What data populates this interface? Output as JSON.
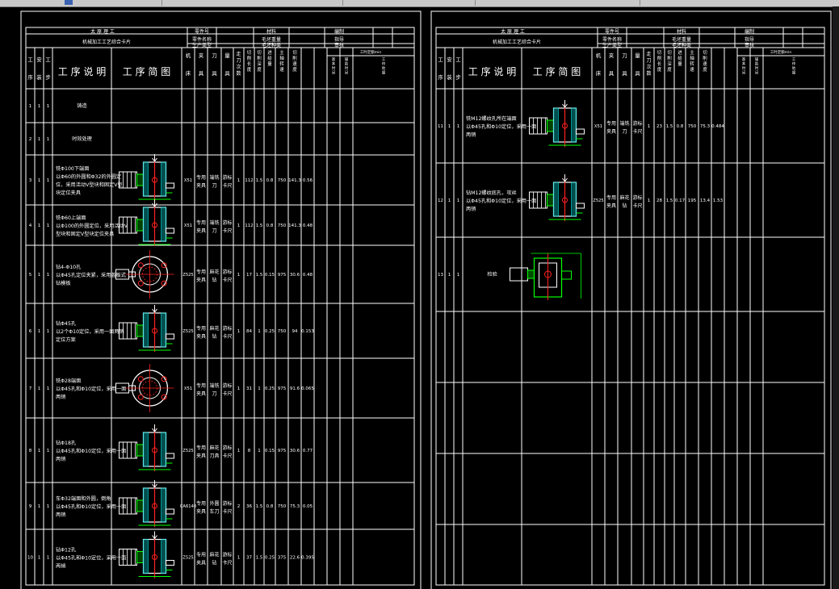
{
  "header": {
    "factory": "太 原 理 工",
    "card_name": "机械加工工艺综合卡片",
    "labels": [
      "零件号",
      "零件名称",
      "生产类型",
      "材料",
      "毛坯重量",
      "毛坯种类",
      "编制",
      "指导",
      "审核"
    ]
  },
  "columns": {
    "proc_no": "工序",
    "install": "安装",
    "step": "工步",
    "desc": "工 序 说 明",
    "sketch": "工 序 简 图",
    "machine": "机床",
    "fixture": "夹具",
    "tool": "刀具",
    "gauge": "量具",
    "passes": "走刀次数",
    "length": "切削长度mm",
    "depth": "切削深度mm",
    "feed": "进给量mm/r",
    "rpm": "主轴转速r/min",
    "speed": "切削速度m/min",
    "time": "工时定额min",
    "time_sub": [
      "基本时间",
      "辅助时间",
      "工作地服务时间"
    ]
  },
  "left_rows": [
    {
      "no": "1",
      "inst": "1",
      "step": "1",
      "desc": [
        "铸造"
      ],
      "machine": "",
      "fixture": "",
      "tool": "",
      "gauge": "",
      "passes": "",
      "length": "",
      "depth": "",
      "feed": "",
      "rpm": "",
      "speed": "",
      "time": "",
      "sketch": false
    },
    {
      "no": "2",
      "inst": "1",
      "step": "1",
      "desc": [
        "时效处理"
      ],
      "machine": "",
      "fixture": "",
      "tool": "",
      "gauge": "",
      "passes": "",
      "length": "",
      "depth": "",
      "feed": "",
      "rpm": "",
      "speed": "",
      "time": "",
      "sketch": false
    },
    {
      "no": "3",
      "inst": "1",
      "step": "1",
      "desc": [
        "铣Φ100下端面",
        "以Φ60的外圆和Φ32的外圆定",
        "位，采用活动V型块和固定V型",
        "块定位夹具"
      ],
      "machine": "X51",
      "fixture": "专用夹具",
      "tool": "端铣刀",
      "gauge": "游标卡尺",
      "passes": "1",
      "length": "112",
      "depth": "1.5",
      "feed": "0.8",
      "rpm": "750",
      "speed": "141.3",
      "time": "0.56",
      "sketch": "side"
    },
    {
      "no": "4",
      "inst": "1",
      "step": "1",
      "desc": [
        "铣Φ60上端面",
        "以Φ100的外圆定位，采用活动V",
        "型块和固定V型块定位夹具"
      ],
      "machine": "X51",
      "fixture": "专用夹具",
      "tool": "端铣刀",
      "gauge": "游标卡尺",
      "passes": "1",
      "length": "112",
      "depth": "1.5",
      "feed": "0.8",
      "rpm": "750",
      "speed": "141.3",
      "time": "0.48",
      "sketch": "side"
    },
    {
      "no": "5",
      "inst": "1",
      "step": "1",
      "desc": [
        "钻4-Φ10孔",
        "以Φ45孔定位夹紧，采用盖板式",
        "钻模板"
      ],
      "machine": "Z525",
      "fixture": "专用夹具",
      "tool": "麻花钻",
      "gauge": "游标卡尺",
      "passes": "1",
      "length": "17",
      "depth": "1.5",
      "feed": "0.15",
      "rpm": "975",
      "speed": "30.6",
      "time": "0.48",
      "sketch": "top"
    },
    {
      "no": "6",
      "inst": "1",
      "step": "1",
      "desc": [
        "钻Φ45孔",
        "以2个Φ10定位，采用一面两销",
        "定位方案"
      ],
      "machine": "Z525",
      "fixture": "专用夹具",
      "tool": "麻花钻",
      "gauge": "游标卡尺",
      "passes": "1",
      "length": "84",
      "depth": "1",
      "feed": "0.25",
      "rpm": "750",
      "speed": "94",
      "time": "0.153",
      "sketch": "side"
    },
    {
      "no": "7",
      "inst": "1",
      "step": "1",
      "desc": [
        "铣Φ28端面",
        "以Φ45孔和Φ10定位，采用一面",
        "两销"
      ],
      "machine": "X51",
      "fixture": "专用夹具",
      "tool": "端铣刀",
      "gauge": "游标卡尺",
      "passes": "1",
      "length": "31",
      "depth": "1",
      "feed": "0.25",
      "rpm": "975",
      "speed": "91.6",
      "time": "0.065",
      "sketch": "top"
    },
    {
      "no": "8",
      "inst": "1",
      "step": "1",
      "desc": [
        "钻Φ18孔",
        "以Φ45孔和Φ10定位，采用一面",
        "两销"
      ],
      "machine": "Z525",
      "fixture": "专用夹具",
      "tool": "麻花刀具",
      "gauge": "游标卡尺",
      "passes": "1",
      "length": "8",
      "depth": "1",
      "feed": "0.15",
      "rpm": "975",
      "speed": "30.6",
      "time": "0.77",
      "sketch": "side"
    },
    {
      "no": "9",
      "inst": "1",
      "step": "1",
      "desc": [
        "车Φ32端面和外圆，倒角",
        "以Φ45孔和Φ10定位，采用一面",
        "两销"
      ],
      "machine": "CA6140",
      "fixture": "专用夹具",
      "tool": "外圆车刀",
      "gauge": "游标卡尺",
      "passes": "2",
      "length": "36",
      "depth": "1.5",
      "feed": "0.8",
      "rpm": "750",
      "speed": "75.3",
      "time": "0.05",
      "sketch": "side"
    },
    {
      "no": "10",
      "inst": "1",
      "step": "1",
      "desc": [
        "钻Φ12孔",
        "以Φ45孔和Φ10定位，采用一面",
        "两销"
      ],
      "machine": "Z525",
      "fixture": "专用夹具",
      "tool": "麻花钻",
      "gauge": "游标卡尺",
      "passes": "1",
      "length": "37",
      "depth": "1.5",
      "feed": "0.25",
      "rpm": "375",
      "speed": "22.6",
      "time": "0.395",
      "sketch": "side"
    }
  ],
  "right_rows": [
    {
      "no": "11",
      "inst": "1",
      "step": "1",
      "desc": [
        "铣M12螺纹孔所在端面",
        "以Φ45孔和Φ10定位，采用一面",
        "两销"
      ],
      "machine": "X51",
      "fixture": "专用夹具",
      "tool": "端铣刀",
      "gauge": "游标卡尺",
      "passes": "1",
      "length": "23",
      "depth": "1.5",
      "feed": "0.8",
      "rpm": "750",
      "speed": "75.3",
      "time": "0.484",
      "sketch": "side"
    },
    {
      "no": "12",
      "inst": "1",
      "step": "1",
      "desc": [
        "钻M12螺纹底孔，攻丝",
        "以Φ45孔和Φ10定位，采用一面",
        "两销"
      ],
      "machine": "Z525",
      "fixture": "专用夹具",
      "tool": "麻花钻",
      "gauge": "游标卡尺",
      "passes": "1",
      "length": "28",
      "depth": "1.5",
      "feed": "0.17",
      "rpm": "195",
      "speed": "13.4",
      "time": "1.53",
      "sketch": "side"
    },
    {
      "no": "13",
      "inst": "1",
      "step": "1",
      "desc": [
        "检验"
      ],
      "machine": "",
      "fixture": "",
      "tool": "",
      "gauge": "",
      "passes": "",
      "length": "",
      "depth": "",
      "feed": "",
      "rpm": "",
      "speed": "",
      "time": "",
      "sketch": "inspect"
    }
  ],
  "colors": {
    "background": "#000000",
    "lines": "#ffffff",
    "part": "#ffffff",
    "datum": "#00ff00",
    "section": "#ff2020",
    "dim": "#00e0e0",
    "toolbar": "#c9c9c9"
  }
}
